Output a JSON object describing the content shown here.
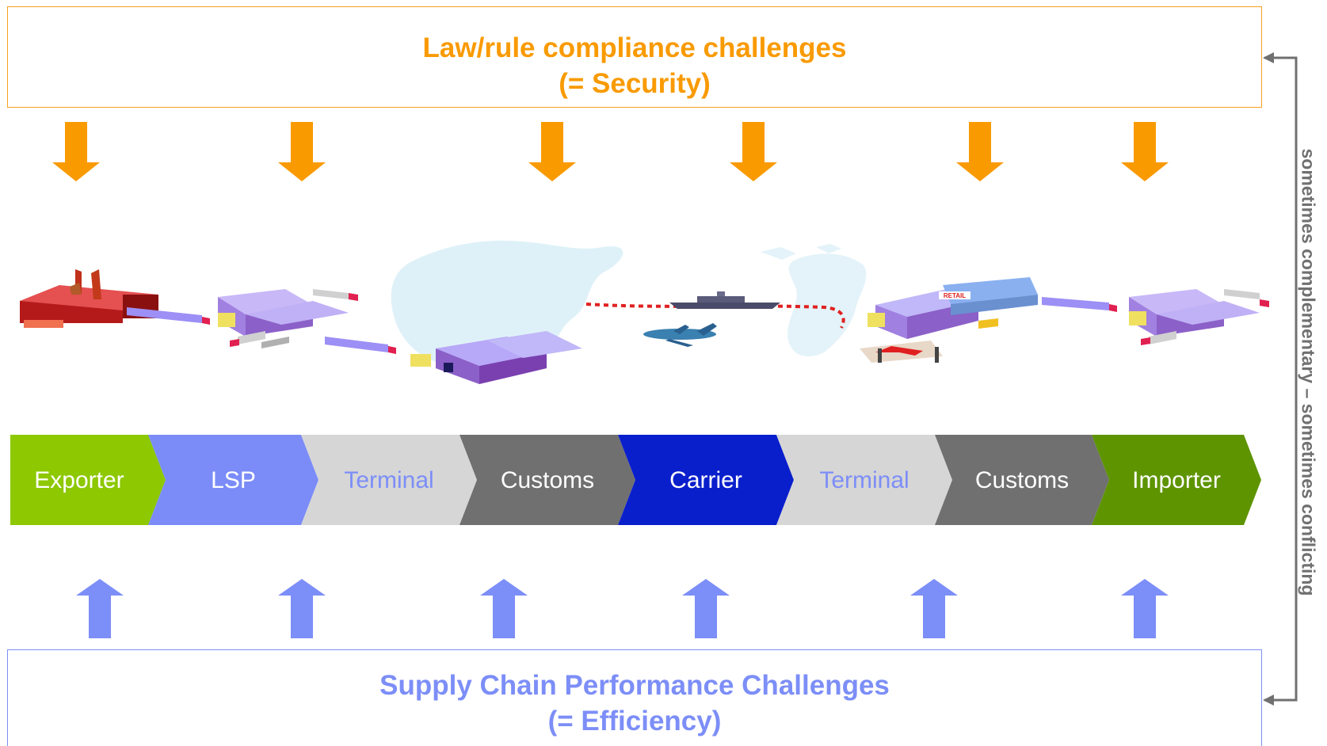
{
  "header": {
    "title_line1": "Law/rule compliance challenges",
    "title_line2": "(= Security)",
    "border_color": "#f9a020",
    "text_color": "#f99a00"
  },
  "footer": {
    "title_line1": "Supply Chain Performance Challenges",
    "title_line2": "(= Efficiency)",
    "border_color": "#7c8ef7",
    "text_color": "#7c8ef7"
  },
  "side_note": "sometimes complementary – sometimes conflicting",
  "process_chain": [
    {
      "label": "Exporter",
      "fill": "#8dc800",
      "text_color": "#ffffff"
    },
    {
      "label": "LSP",
      "fill": "#7b8cf8",
      "text_color": "#ffffff"
    },
    {
      "label": "Terminal",
      "fill": "#d6d6d6",
      "text_color": "#7c8ef7"
    },
    {
      "label": "Customs",
      "fill": "#707070",
      "text_color": "#ffffff"
    },
    {
      "label": "Carrier",
      "fill": "#0a1fcc",
      "text_color": "#ffffff"
    },
    {
      "label": "Terminal",
      "fill": "#d6d6d6",
      "text_color": "#7c8ef7"
    },
    {
      "label": "Customs",
      "fill": "#707070",
      "text_color": "#ffffff"
    },
    {
      "label": "Importer",
      "fill": "#5e9400",
      "text_color": "#ffffff"
    }
  ],
  "security_arrows": {
    "count": 6,
    "color": "#f99a00"
  },
  "efficiency_arrows": {
    "count": 6,
    "color": "#7c8ef7"
  },
  "illustration": {
    "retail_sign": "RETAIL",
    "icons": [
      "factory-icon",
      "warehouse-icon",
      "truck-icon",
      "terminal-icon",
      "ship-icon",
      "airplane-icon",
      "retail-store-icon",
      "warehouse-icon"
    ]
  }
}
